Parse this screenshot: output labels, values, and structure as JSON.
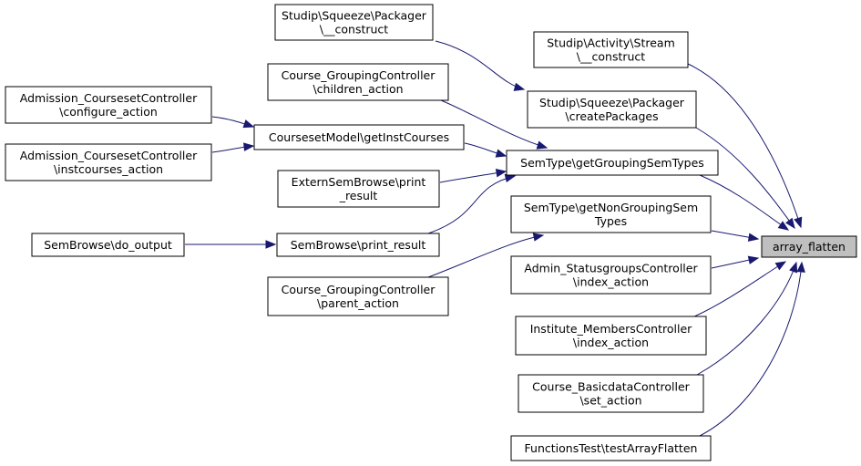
{
  "graph": {
    "target": {
      "id": "array_flatten",
      "lines": [
        "array_flatten"
      ]
    },
    "nodes": [
      {
        "id": "packager_construct",
        "lines": [
          "Studip\\Squeeze\\Packager",
          "\\__construct"
        ]
      },
      {
        "id": "activity_stream_construct",
        "lines": [
          "Studip\\Activity\\Stream",
          "\\__construct"
        ]
      },
      {
        "id": "grouping_children",
        "lines": [
          "Course_GroupingController",
          "\\children_action"
        ]
      },
      {
        "id": "packager_createpackages",
        "lines": [
          "Studip\\Squeeze\\Packager",
          "\\createPackages"
        ]
      },
      {
        "id": "admission_configure",
        "lines": [
          "Admission_CoursesetController",
          "\\configure_action"
        ]
      },
      {
        "id": "courseset_getinstcourses",
        "lines": [
          "CoursesetModel\\getInstCourses"
        ]
      },
      {
        "id": "admission_instcourses",
        "lines": [
          "Admission_CoursesetController",
          "\\instcourses_action"
        ]
      },
      {
        "id": "semtype_getgrouping",
        "lines": [
          "SemType\\getGroupingSemTypes"
        ]
      },
      {
        "id": "externsembrowse_print",
        "lines": [
          "ExternSemBrowse\\print",
          "_result"
        ]
      },
      {
        "id": "semtype_getnongrouping",
        "lines": [
          "SemType\\getNonGroupingSem",
          "Types"
        ]
      },
      {
        "id": "sembrowse_do_output",
        "lines": [
          "SemBrowse\\do_output"
        ]
      },
      {
        "id": "sembrowse_print",
        "lines": [
          "SemBrowse\\print_result"
        ]
      },
      {
        "id": "admin_statusgroups_index",
        "lines": [
          "Admin_StatusgroupsController",
          "\\index_action"
        ]
      },
      {
        "id": "grouping_parent",
        "lines": [
          "Course_GroupingController",
          "\\parent_action"
        ]
      },
      {
        "id": "institute_members_index",
        "lines": [
          "Institute_MembersController",
          "\\index_action"
        ]
      },
      {
        "id": "basicdata_set",
        "lines": [
          "Course_BasicdataController",
          "\\set_action"
        ]
      },
      {
        "id": "functionstest_flatten",
        "lines": [
          "FunctionsTest\\testArrayFlatten"
        ]
      }
    ],
    "edges": [
      {
        "from": "packager_construct",
        "to": "packager_createpackages"
      },
      {
        "from": "packager_createpackages",
        "to": "array_flatten"
      },
      {
        "from": "activity_stream_construct",
        "to": "array_flatten"
      },
      {
        "from": "grouping_children",
        "to": "semtype_getgrouping"
      },
      {
        "from": "admission_configure",
        "to": "courseset_getinstcourses"
      },
      {
        "from": "admission_instcourses",
        "to": "courseset_getinstcourses"
      },
      {
        "from": "courseset_getinstcourses",
        "to": "semtype_getgrouping"
      },
      {
        "from": "externsembrowse_print",
        "to": "semtype_getgrouping"
      },
      {
        "from": "sembrowse_print",
        "to": "semtype_getgrouping"
      },
      {
        "from": "sembrowse_do_output",
        "to": "sembrowse_print"
      },
      {
        "from": "grouping_parent",
        "to": "semtype_getnongrouping"
      },
      {
        "from": "semtype_getgrouping",
        "to": "array_flatten"
      },
      {
        "from": "semtype_getnongrouping",
        "to": "array_flatten"
      },
      {
        "from": "admin_statusgroups_index",
        "to": "array_flatten"
      },
      {
        "from": "institute_members_index",
        "to": "array_flatten"
      },
      {
        "from": "basicdata_set",
        "to": "array_flatten"
      },
      {
        "from": "functionstest_flatten",
        "to": "array_flatten"
      }
    ]
  }
}
